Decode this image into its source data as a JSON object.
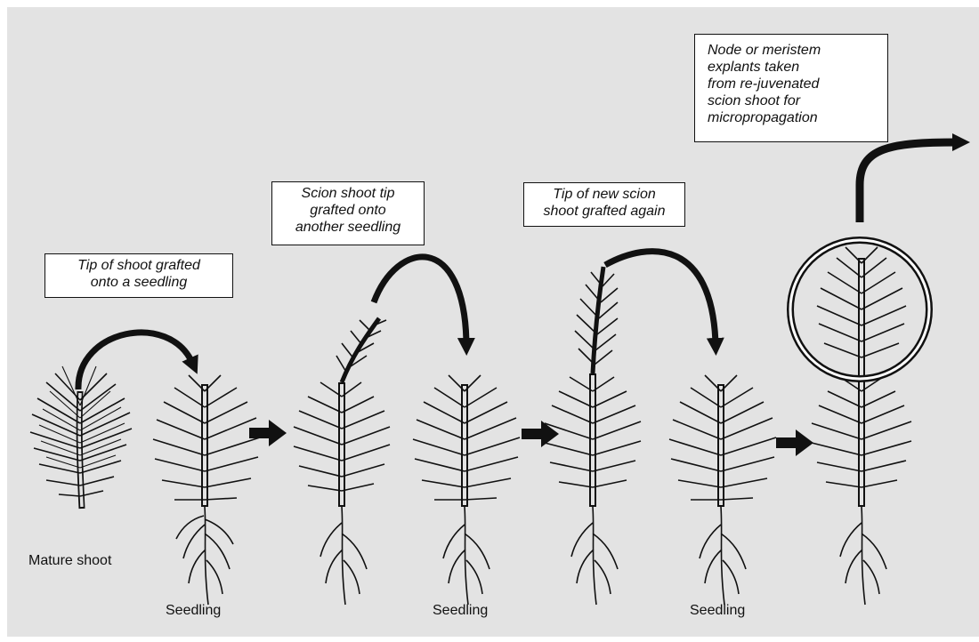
{
  "callouts": {
    "step1": [
      "Tip of shoot grafted",
      "onto a seedling"
    ],
    "step2": [
      "Scion shoot tip",
      "grafted onto",
      "another seedling"
    ],
    "step3": [
      "Tip of new scion",
      "shoot grafted again"
    ],
    "step4": [
      "Node or meristem",
      "explants taken",
      "from re-juvenated",
      "scion shoot for",
      "micropropagation"
    ]
  },
  "labels": {
    "mature_shoot": "Mature shoot",
    "seedling": "Seedling"
  },
  "colors": {
    "background": "#e3e3e3",
    "ink": "#111111",
    "box_fill": "#ffffff"
  }
}
